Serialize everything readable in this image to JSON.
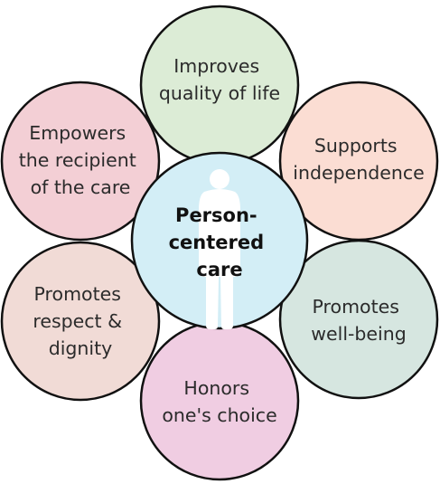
{
  "center": {
    "lines": [
      "Person-",
      "centered",
      "care"
    ],
    "color": "#d3eef6",
    "icon": "person-silhouette-icon"
  },
  "petals": [
    {
      "id": "top",
      "lines": [
        "Improves",
        "quality of life"
      ],
      "color": "#dcecd6"
    },
    {
      "id": "upper-right",
      "lines": [
        "Supports",
        "independence"
      ],
      "color": "#fbddd3"
    },
    {
      "id": "lower-right",
      "lines": [
        "Promotes",
        "well-being"
      ],
      "color": "#d6e6e0"
    },
    {
      "id": "bottom",
      "lines": [
        "Honors",
        "one's choice"
      ],
      "color": "#f0cde2"
    },
    {
      "id": "lower-left",
      "lines": [
        "Promotes",
        "respect &",
        "dignity"
      ],
      "color": "#f1dbd6"
    },
    {
      "id": "upper-left",
      "lines": [
        "Empowers",
        "the recipient",
        "of the care"
      ],
      "color": "#f3cfd5"
    }
  ],
  "stroke_color": "#111111"
}
